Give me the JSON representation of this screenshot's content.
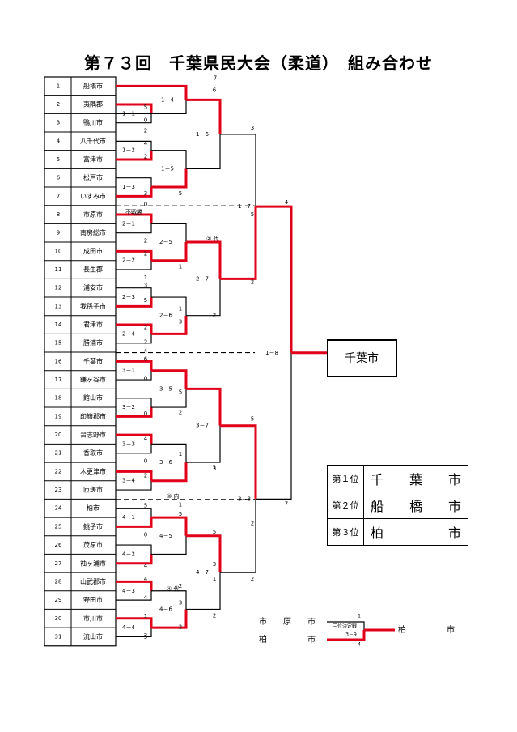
{
  "title": "第７３回　千葉県民大会（柔道）　組み合わせ",
  "teams": [
    {
      "no": "1",
      "name": "船橋市"
    },
    {
      "no": "2",
      "name": "夷隅郡"
    },
    {
      "no": "3",
      "name": "鴨川市"
    },
    {
      "no": "4",
      "name": "八千代市"
    },
    {
      "no": "5",
      "name": "富津市"
    },
    {
      "no": "6",
      "name": "松戸市"
    },
    {
      "no": "7",
      "name": "いすみ市"
    },
    {
      "no": "8",
      "name": "市原市"
    },
    {
      "no": "9",
      "name": "南房総市"
    },
    {
      "no": "10",
      "name": "成田市"
    },
    {
      "no": "11",
      "name": "長生郡"
    },
    {
      "no": "12",
      "name": "浦安市"
    },
    {
      "no": "13",
      "name": "我孫子市"
    },
    {
      "no": "14",
      "name": "君津市"
    },
    {
      "no": "15",
      "name": "勝浦市"
    },
    {
      "no": "16",
      "name": "千葉市"
    },
    {
      "no": "17",
      "name": "鎌ヶ谷市"
    },
    {
      "no": "18",
      "name": "館山市"
    },
    {
      "no": "19",
      "name": "印旛郡市"
    },
    {
      "no": "20",
      "name": "習志野市"
    },
    {
      "no": "21",
      "name": "香取市"
    },
    {
      "no": "22",
      "name": "木更津市"
    },
    {
      "no": "23",
      "name": "匝瑳市"
    },
    {
      "no": "24",
      "name": "柏市"
    },
    {
      "no": "25",
      "name": "銚子市"
    },
    {
      "no": "26",
      "name": "茂原市"
    },
    {
      "no": "27",
      "name": "袖ヶ浦市"
    },
    {
      "no": "28",
      "name": "山武郡市"
    },
    {
      "no": "29",
      "name": "野田市"
    },
    {
      "no": "30",
      "name": "市川市"
    },
    {
      "no": "31",
      "name": "流山市"
    }
  ],
  "match_labels": [
    "1－1",
    "1－2",
    "1－3",
    "1－4",
    "1－5",
    "1－6",
    "1－7",
    "1－8",
    "2－1",
    "2－2",
    "2－3",
    "2－4",
    "2－5",
    "2－6",
    "2－7",
    "3－1",
    "3－2",
    "3－3",
    "3－4",
    "3－5",
    "3－6",
    "3－7",
    "3－8",
    "4－1",
    "4－2",
    "4－3",
    "4－4",
    "4－5",
    "4－6",
    "4－7",
    "3－9"
  ],
  "forfeit_label": "不戦勝",
  "representative_marks": [
    "② 代",
    "③ 内",
    "④ 代"
  ],
  "scores": [
    "7",
    "5",
    "0",
    "2",
    "4",
    "2",
    "3",
    "5",
    "0",
    "6",
    "3",
    "2",
    "2",
    "1",
    "1",
    "3",
    "5",
    "2",
    "2",
    "4",
    "1",
    "3",
    "2",
    "2",
    "5",
    "4",
    "2",
    "6",
    "0",
    "5",
    "0",
    "4",
    "1",
    "3",
    "5",
    "0",
    "2",
    "1",
    "1",
    "7",
    "0",
    "5",
    "5",
    "5",
    "4",
    "4",
    "2",
    "2",
    "3",
    "2",
    "2",
    "1",
    "5",
    "2",
    "2",
    "3",
    "1",
    "4"
  ],
  "champion": "千葉市",
  "results": [
    {
      "rank": "第１位",
      "name": "千　　葉　　市",
      "chars": [
        "千",
        "葉",
        "市"
      ]
    },
    {
      "rank": "第２位",
      "name": "船　　橋　　市",
      "chars": [
        "船",
        "橋",
        "市"
      ]
    },
    {
      "rank": "第３位",
      "name": "柏　　　　　市",
      "chars": [
        "柏",
        "",
        "市"
      ]
    }
  ],
  "third_place": {
    "team_a": "市　　原　　市",
    "team_b": "柏　　　　　市",
    "label": "三位決定戦",
    "match": "3－9",
    "score_a": "1",
    "score_b": "4",
    "winner": "柏　　　　　市"
  }
}
